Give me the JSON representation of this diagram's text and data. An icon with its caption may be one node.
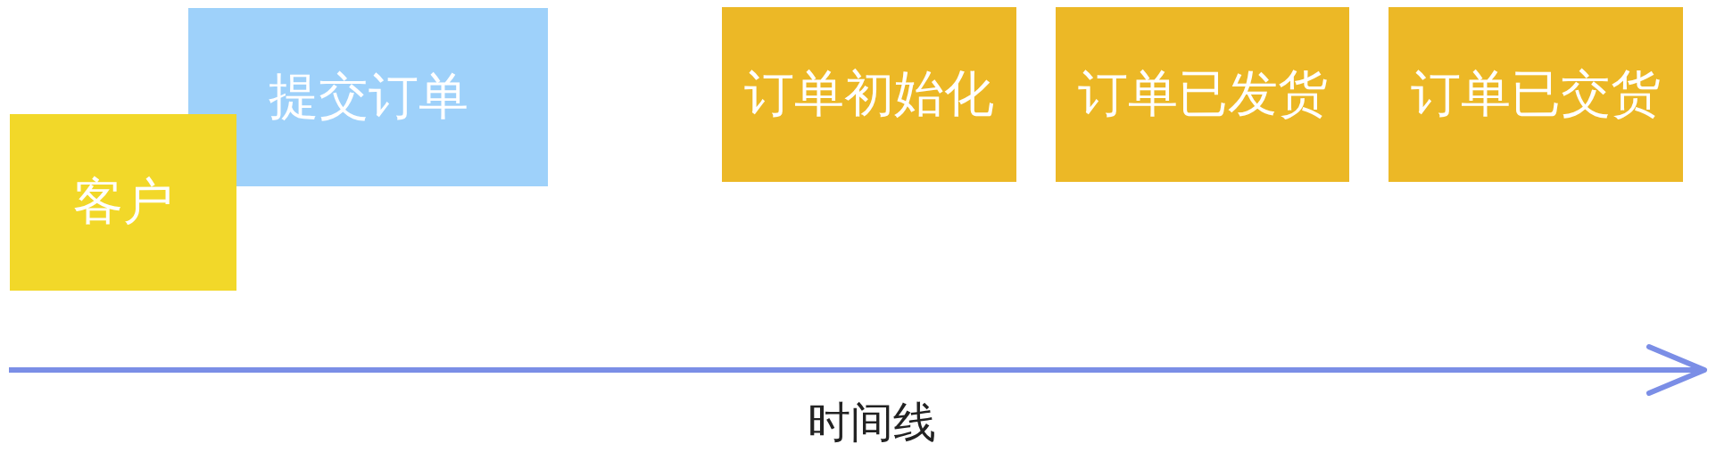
{
  "diagram": {
    "nodes": [
      {
        "text": [
          "客户"
        ]
      },
      {
        "text": [
          "提交订单"
        ]
      },
      {
        "text": [
          "订单初始化"
        ]
      },
      {
        "text": [
          "订单已发货"
        ]
      },
      {
        "text": [
          "订单已交货"
        ]
      }
    ],
    "labels": [
      "时间线"
    ]
  }
}
